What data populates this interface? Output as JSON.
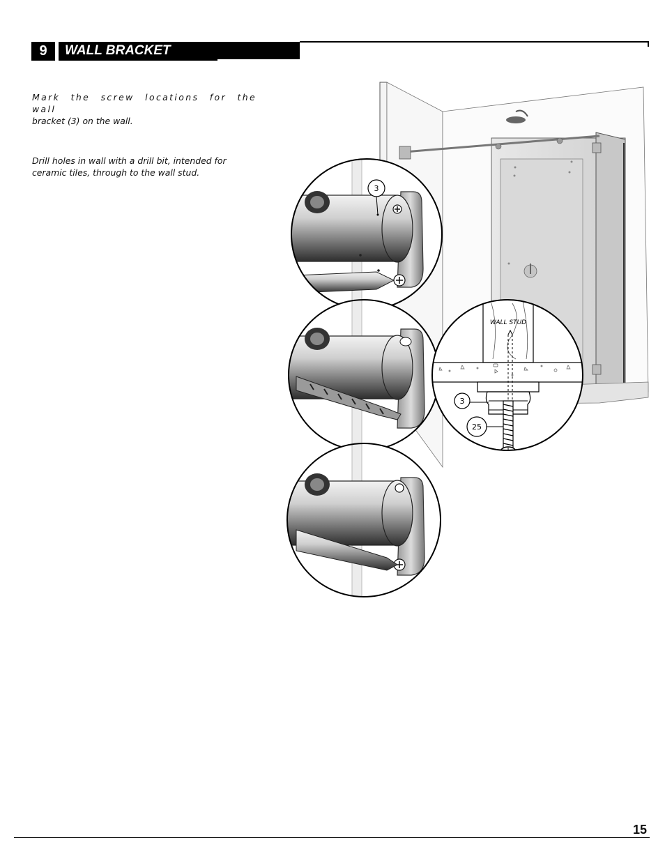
{
  "header": {
    "step_number": "9",
    "step_title": "WALL BRACKET"
  },
  "instructions": {
    "mark_line1": "Mark the screw locations for the wall",
    "mark_line2": "bracket (3) on the wall.",
    "drill_line1": "Drill holes in wall with a drill bit, intended for",
    "drill_line2": "ceramic tiles, through to the wall stud."
  },
  "illustration": {
    "callout_bracket": "3",
    "section_label_stud": "WALL STUD",
    "section_callout_bracket": "3",
    "section_callout_screw": "25"
  },
  "footer": {
    "page_number": "15"
  }
}
